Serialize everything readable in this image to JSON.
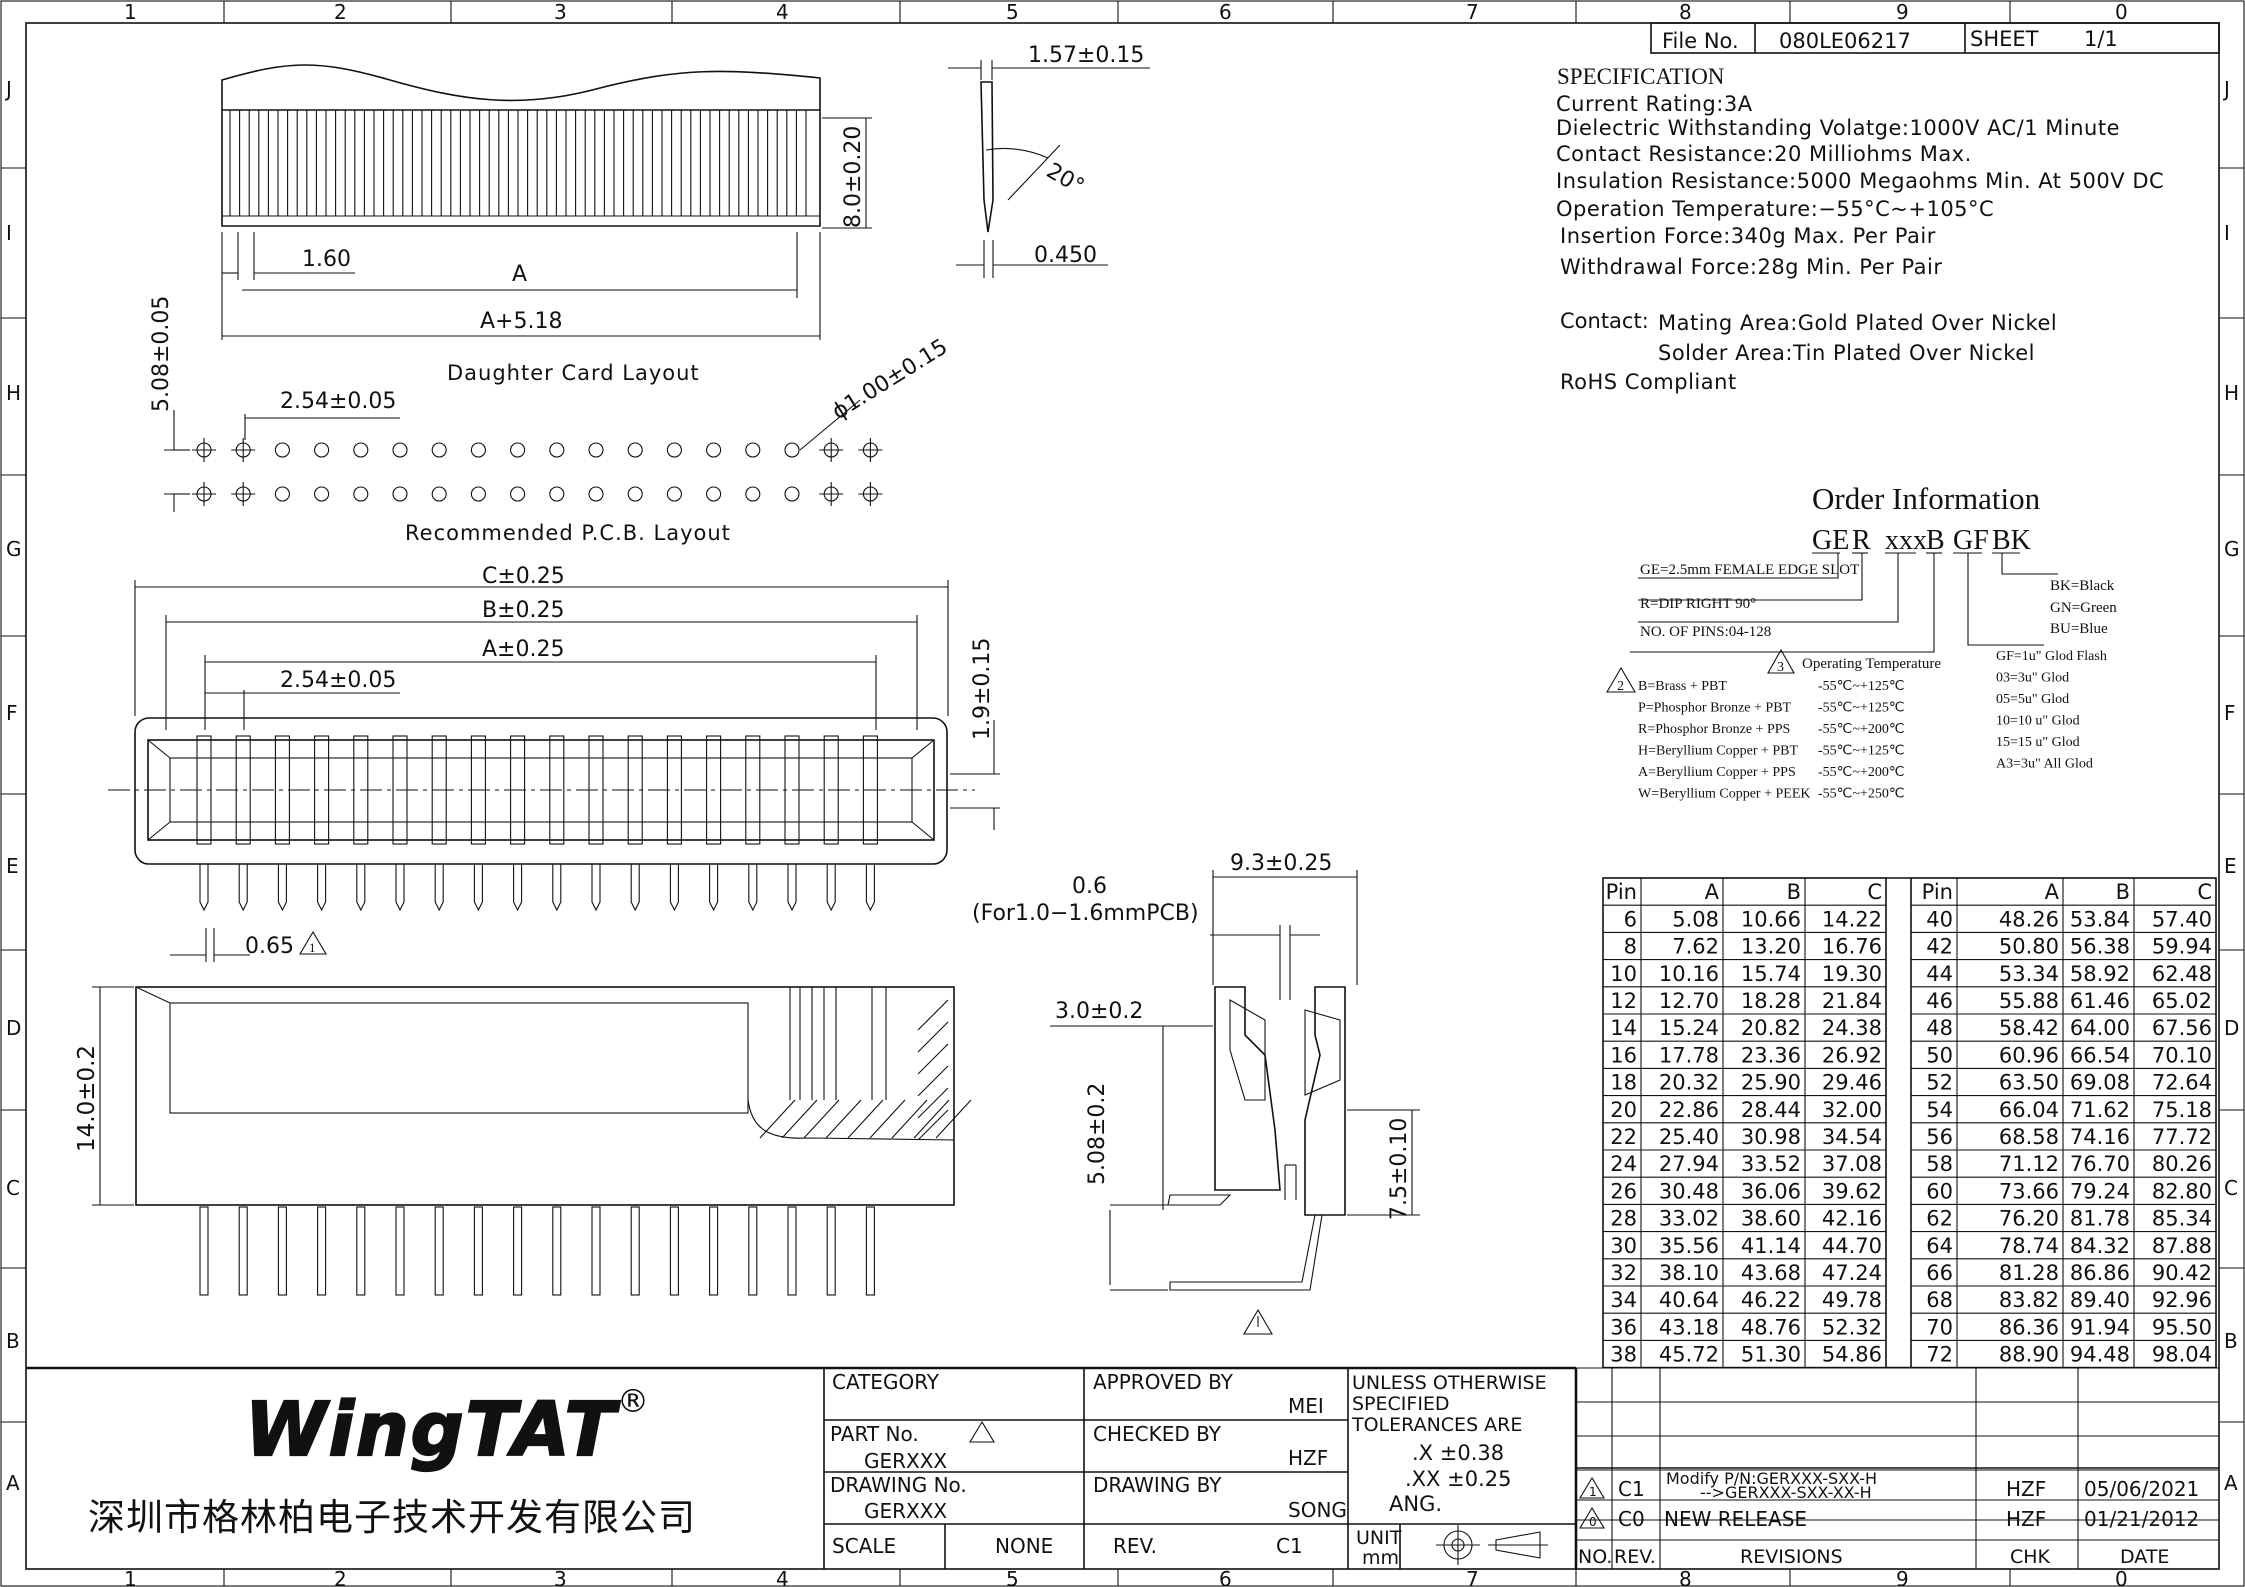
{
  "grid": {
    "columns": [
      "1",
      "2",
      "3",
      "4",
      "5",
      "6",
      "7",
      "8",
      "9",
      "0"
    ],
    "rows": [
      "J",
      "I",
      "H",
      "G",
      "F",
      "E",
      "D",
      "C",
      "B",
      "A"
    ]
  },
  "title_file": {
    "file_label": "File No.",
    "file_no": "080LE06217",
    "sheet_label": "SHEET",
    "sheet_value": "1/1"
  },
  "specification": {
    "title": "SPECIFICATION",
    "lines": [
      "Current Rating:3A",
      "Dielectric Withstanding Volatge:1000V AC/1 Minute",
      "Contact Resistance:20 Milliohms Max.",
      "Insulation Resistance:5000 Megaohms Min. At 500V DC",
      "Operation Temperature:−55°C~+105°C",
      "Insertion Force:340g Max. Per Pair",
      "Withdrawal Force:28g Min. Per Pair"
    ],
    "contact_label": "Contact:",
    "contact_lines": [
      "Mating Area:Gold Plated Over Nickel",
      "Solder Area:Tin Plated Over Nickel"
    ],
    "rohs": "RoHS Compliant"
  },
  "order": {
    "title": "Order Information",
    "code": [
      "GE",
      "R",
      "xxx",
      "B",
      "GF",
      "BK"
    ],
    "ge": "GE=2.5mm FEMALE EDGE SLOT",
    "r": "R=DIP RIGHT 90°",
    "pins": "NO. OF PINS:04-128",
    "colors": [
      "BK=Black",
      "GN=Green",
      "BU=Blue"
    ],
    "optemp_label": "Operating Temperature",
    "warn2": "2",
    "warn3": "3",
    "materials": [
      {
        "name": "B=Brass + PBT",
        "temp": "-55℃~+125℃"
      },
      {
        "name": "P=Phosphor Bronze + PBT",
        "temp": "-55℃~+125℃"
      },
      {
        "name": "R=Phosphor Bronze + PPS",
        "temp": "-55℃~+200℃"
      },
      {
        "name": "H=Beryllium Copper + PBT",
        "temp": "-55℃~+125℃"
      },
      {
        "name": "A=Beryllium Copper + PPS",
        "temp": "-55℃~+200℃"
      },
      {
        "name": "W=Beryllium Copper + PEEK",
        "temp": "-55℃~+250℃"
      }
    ],
    "platings": [
      "GF=1u\" Glod Flash",
      "03=3u\" Glod",
      "05=5u\" Glod",
      "10=10 u\" Glod",
      "15=15 u\" Glod",
      "A3=3u\" All Glod"
    ]
  },
  "pin_table": {
    "headers": [
      "Pin",
      "A",
      "B",
      "C"
    ],
    "left": [
      [
        "6",
        "5.08",
        "10.66",
        "14.22"
      ],
      [
        "8",
        "7.62",
        "13.20",
        "16.76"
      ],
      [
        "10",
        "10.16",
        "15.74",
        "19.30"
      ],
      [
        "12",
        "12.70",
        "18.28",
        "21.84"
      ],
      [
        "14",
        "15.24",
        "20.82",
        "24.38"
      ],
      [
        "16",
        "17.78",
        "23.36",
        "26.92"
      ],
      [
        "18",
        "20.32",
        "25.90",
        "29.46"
      ],
      [
        "20",
        "22.86",
        "28.44",
        "32.00"
      ],
      [
        "22",
        "25.40",
        "30.98",
        "34.54"
      ],
      [
        "24",
        "27.94",
        "33.52",
        "37.08"
      ],
      [
        "26",
        "30.48",
        "36.06",
        "39.62"
      ],
      [
        "28",
        "33.02",
        "38.60",
        "42.16"
      ],
      [
        "30",
        "35.56",
        "41.14",
        "44.70"
      ],
      [
        "32",
        "38.10",
        "43.68",
        "47.24"
      ],
      [
        "34",
        "40.64",
        "46.22",
        "49.78"
      ],
      [
        "36",
        "43.18",
        "48.76",
        "52.32"
      ],
      [
        "38",
        "45.72",
        "51.30",
        "54.86"
      ]
    ],
    "right": [
      [
        "40",
        "48.26",
        "53.84",
        "57.40"
      ],
      [
        "42",
        "50.80",
        "56.38",
        "59.94"
      ],
      [
        "44",
        "53.34",
        "58.92",
        "62.48"
      ],
      [
        "46",
        "55.88",
        "61.46",
        "65.02"
      ],
      [
        "48",
        "58.42",
        "64.00",
        "67.56"
      ],
      [
        "50",
        "60.96",
        "66.54",
        "70.10"
      ],
      [
        "52",
        "63.50",
        "69.08",
        "72.64"
      ],
      [
        "54",
        "66.04",
        "71.62",
        "75.18"
      ],
      [
        "56",
        "68.58",
        "74.16",
        "77.72"
      ],
      [
        "58",
        "71.12",
        "76.70",
        "80.26"
      ],
      [
        "60",
        "73.66",
        "79.24",
        "82.80"
      ],
      [
        "62",
        "76.20",
        "81.78",
        "85.34"
      ],
      [
        "64",
        "78.74",
        "84.32",
        "87.88"
      ],
      [
        "66",
        "81.28",
        "86.86",
        "90.42"
      ],
      [
        "68",
        "83.82",
        "89.40",
        "92.96"
      ],
      [
        "70",
        "86.36",
        "91.94",
        "95.50"
      ],
      [
        "72",
        "88.90",
        "94.48",
        "98.04"
      ]
    ]
  },
  "dims": {
    "thk": "1.57±0.15",
    "h8": "8.0±0.20",
    "ang": "20°",
    "tip": "0.450",
    "p160": "1.60",
    "a": "A",
    "a518": "A+5.18",
    "dcl": "Daughter Card Layout",
    "h508": "5.08±0.05",
    "p254": "2.54±0.05",
    "phi": "ϕ1.00±0.15",
    "pcb": "Recommended P.C.B. Layout",
    "c": "C±0.25",
    "b": "B±0.25",
    "a25": "A±0.25",
    "p254b": "2.54±0.05",
    "h19": "1.9±0.15",
    "p065": "0.65",
    "warn1": "1",
    "h14": "14.0±0.2",
    "s06": "0.6",
    "s06b": "(For1.0−1.6mmPCB)",
    "w93": "9.3±0.25",
    "h30": "3.0±0.2",
    "h508b": "5.08±0.2",
    "h75": "7.5±0.10"
  },
  "title_block": {
    "company": "深圳市格林柏电子技术开发有限公司",
    "logo": "WingTAT",
    "reg": "®",
    "category": "CATEGORY",
    "part_no": "PART No.",
    "part_val": "GERXXX",
    "drawing_no": "DRAWING No.",
    "drawing_val": "GERXXX",
    "scale": "SCALE",
    "scale_val": "NONE",
    "approved": "APPROVED BY",
    "approved_val": "MEI",
    "checked": "CHECKED BY",
    "checked_val": "HZF",
    "drawn": "DRAWING BY",
    "drawn_val": "SONG",
    "rev": "REV.",
    "rev_val": "C1",
    "tol1": "UNLESS OTHERWISE",
    "tol2": "SPECIFIED",
    "tol3": "TOLERANCES ARE",
    "tolx": ".X  ±0.38",
    "tolxx": ".XX  ±0.25",
    "tolang": "ANG.",
    "unit": "UNIT",
    "unit_val": "mm"
  },
  "revisions": {
    "rows": [
      {
        "no": "1",
        "rev": "C1",
        "desc1": "Modify P/N:GERXXX-SXX-H",
        "desc2": "-->GERXXX-SXX-XX-H",
        "chk": "HZF",
        "date": "05/06/2021"
      },
      {
        "no": "0",
        "rev": "C0",
        "desc1": "NEW RELEASE",
        "desc2": "",
        "chk": "HZF",
        "date": "01/21/2012"
      }
    ],
    "headers": [
      "NO.",
      "REV.",
      "REVISIONS",
      "CHK",
      "DATE"
    ]
  }
}
